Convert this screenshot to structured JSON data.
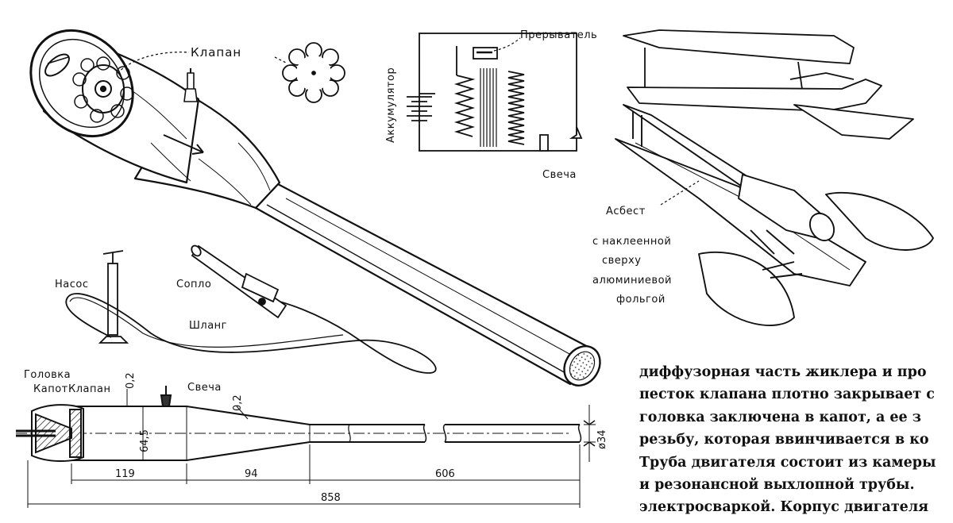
{
  "labels": {
    "valve": "Клапан",
    "interrupter": "Прерыватель",
    "battery": "Аккумулятор",
    "spark_plug": "Свеча",
    "pump": "Насос",
    "nozzle": "Сопло",
    "hose": "Шланг",
    "asbestos_lines": [
      "Асбест",
      "с наклеенной",
      "сверху",
      "алюминиевой",
      "фольгой"
    ]
  },
  "drawing_labels": {
    "head": "Головка",
    "hood": "Капот",
    "valve": "Клапан",
    "spark_plug": "Свеча"
  },
  "dimensions": {
    "wall_1": "0,2",
    "wall_2": "0,2",
    "chamber_dia": "64,5",
    "pipe_dia": "ø34",
    "len_chamber": "119",
    "len_diffuser": "94",
    "len_pipe": "606",
    "len_total": "858"
  },
  "article_lines": [
    "диффузорная часть жиклера и про",
    "песток клапана плотно закрывает с",
    "головка заключена в капот, а ее з",
    "резьбу, которая ввинчивается в ко",
    "Труба двигателя состоит из камеры",
    "и резонансной выхлопной трубы.",
    "электросваркой. Корпус двигателя"
  ]
}
